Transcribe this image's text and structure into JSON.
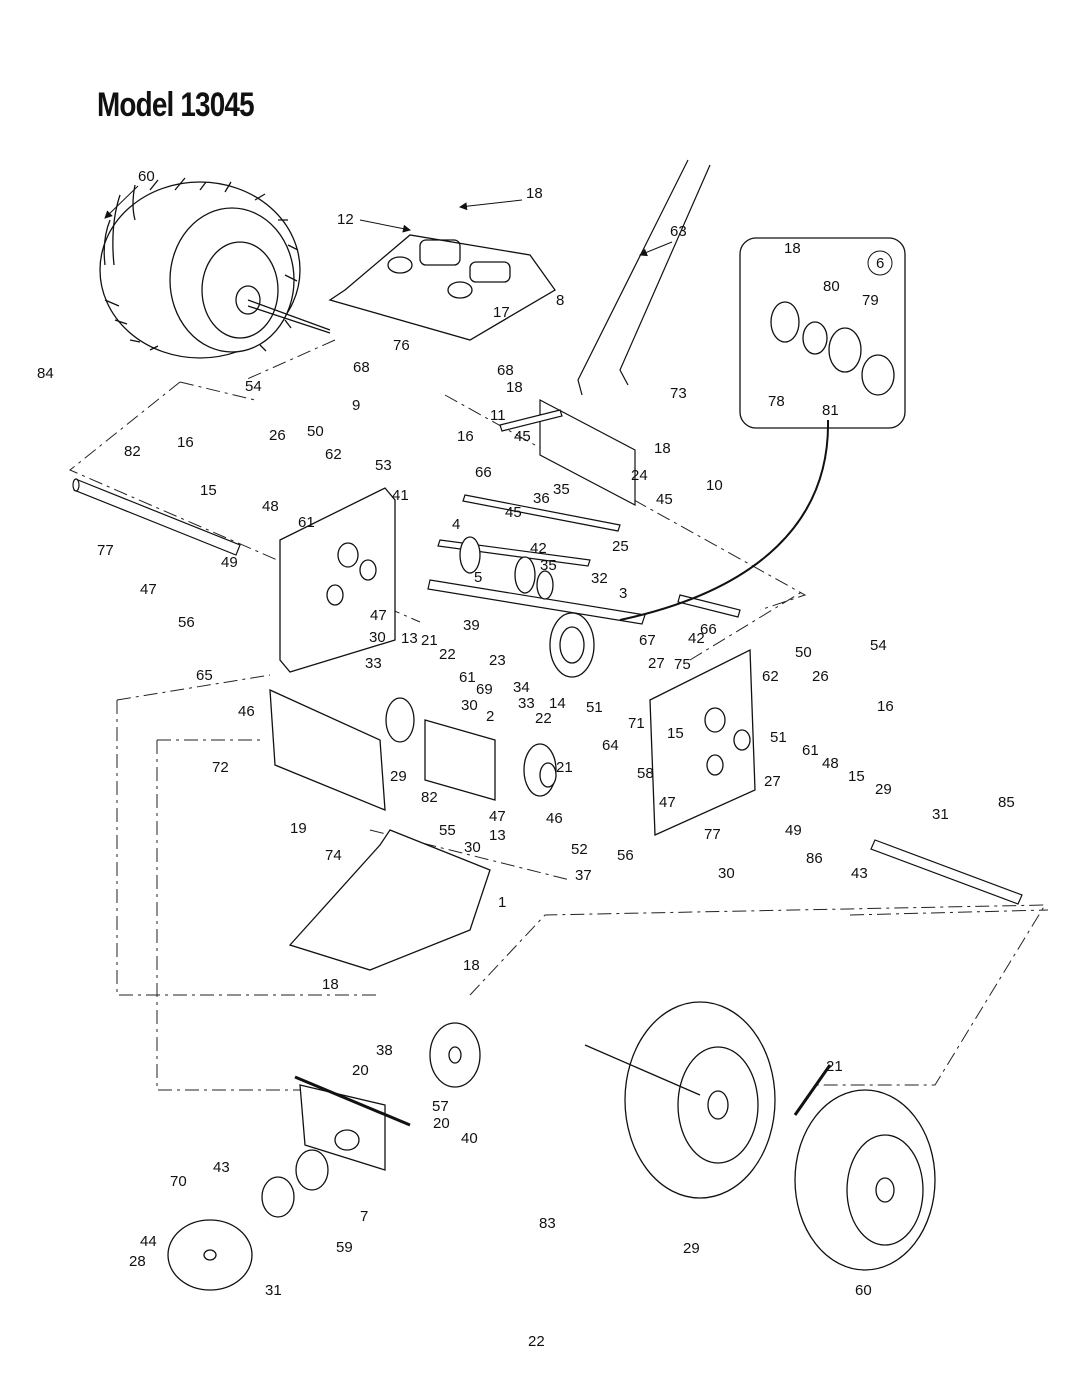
{
  "title": "Model 13045",
  "page_number": "22",
  "inset_callout": "6",
  "callouts": [
    "60",
    "18",
    "12",
    "63",
    "18",
    "80",
    "79",
    "17",
    "8",
    "76",
    "68",
    "68",
    "84",
    "18",
    "73",
    "78",
    "81",
    "54",
    "9",
    "11",
    "16",
    "26",
    "50",
    "45",
    "18",
    "16",
    "82",
    "62",
    "53",
    "66",
    "24",
    "15",
    "35",
    "36",
    "10",
    "41",
    "48",
    "45",
    "45",
    "61",
    "4",
    "77",
    "42",
    "25",
    "49",
    "35",
    "5",
    "32",
    "47",
    "3",
    "47",
    "56",
    "39",
    "66",
    "30",
    "13",
    "21",
    "22",
    "23",
    "67",
    "42",
    "50",
    "54",
    "33",
    "27",
    "75",
    "65",
    "61",
    "69",
    "34",
    "62",
    "26",
    "14",
    "46",
    "30",
    "33",
    "51",
    "16",
    "22",
    "71",
    "2",
    "72",
    "15",
    "51",
    "61",
    "48",
    "64",
    "21",
    "58",
    "27",
    "15",
    "29",
    "47",
    "29",
    "85",
    "82",
    "47",
    "31",
    "46",
    "19",
    "55",
    "77",
    "49",
    "30",
    "13",
    "52",
    "74",
    "56",
    "30",
    "86",
    "43",
    "37",
    "1",
    "18",
    "18",
    "38",
    "21",
    "20",
    "57",
    "20",
    "40",
    "7",
    "70",
    "43",
    "59",
    "83",
    "44",
    "28",
    "29",
    "31",
    "60"
  ]
}
